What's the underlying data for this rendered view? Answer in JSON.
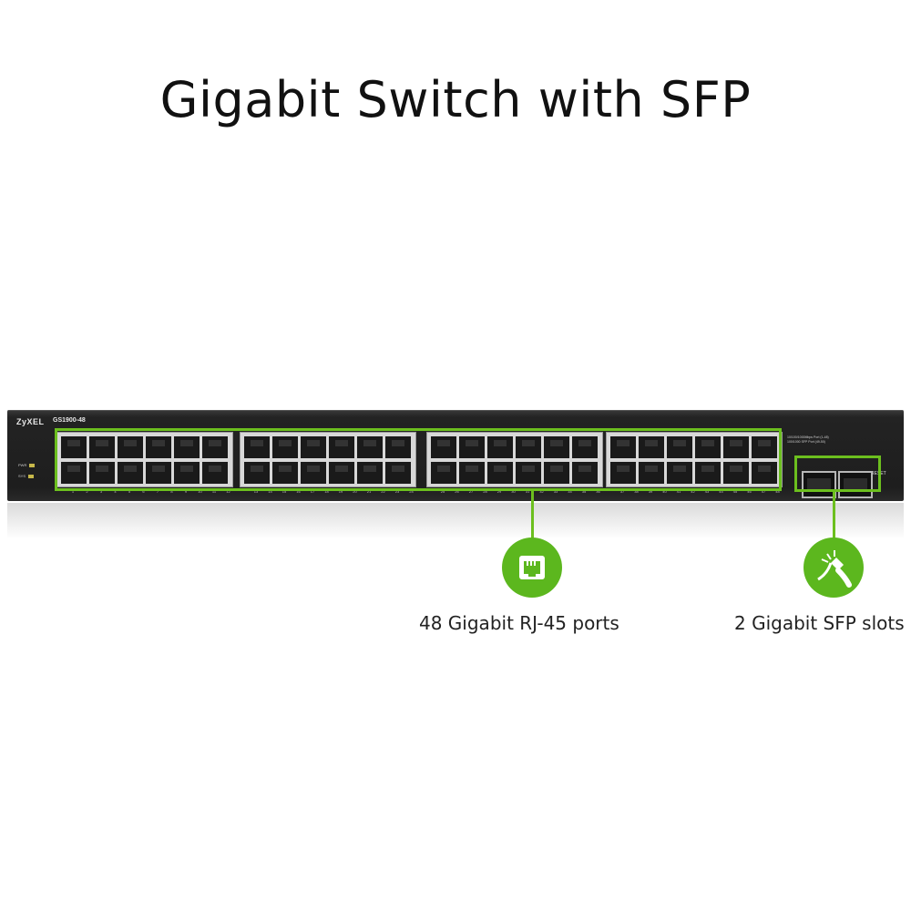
{
  "title": "Gigabit Switch with SFP",
  "switch": {
    "brand": "ZyXEL",
    "model": "GS1900-48",
    "led_pwr": "PWR",
    "led_sys": "SYS",
    "spec_line1": "10/100/1000Mbps Port (1-48)",
    "spec_line2": "100/1000 SFP Port (49-50)",
    "reset_label": "RESET",
    "port_numbers": [
      "1",
      "2",
      "3",
      "4",
      "5",
      "6",
      "7",
      "8",
      "9",
      "10",
      "11",
      "12",
      "13",
      "14",
      "15",
      "16",
      "17",
      "18",
      "19",
      "20",
      "21",
      "22",
      "23",
      "24",
      "25",
      "26",
      "27",
      "28",
      "29",
      "30",
      "31",
      "32",
      "33",
      "34",
      "35",
      "36",
      "37",
      "38",
      "39",
      "40",
      "41",
      "42",
      "43",
      "44",
      "45",
      "46",
      "47",
      "48"
    ]
  },
  "features": [
    {
      "label": "48 Gigabit RJ-45 ports",
      "icon": "ethernet-port-icon"
    },
    {
      "label": "2 Gigabit SFP slots",
      "icon": "fiber-sfp-icon"
    }
  ],
  "colors": {
    "accent": "#6cbf1e",
    "badge": "#5cb71e",
    "chassis": "#232323"
  }
}
